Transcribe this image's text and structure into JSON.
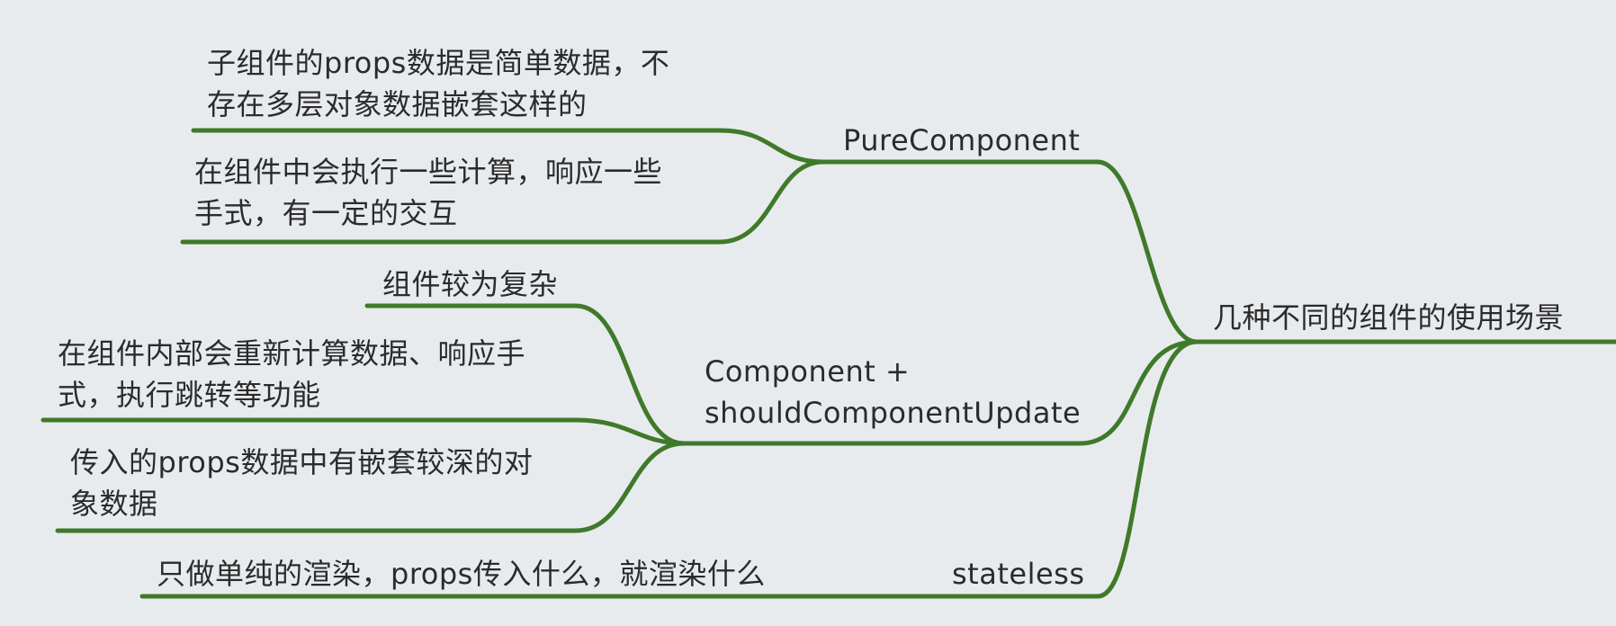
{
  "root": {
    "label": "几种不同的组件的使用场景"
  },
  "branches": [
    {
      "label": "PureComponent",
      "children": [
        {
          "lines": [
            "子组件的props数据是简单数据，不",
            "存在多层对象数据嵌套这样的"
          ]
        },
        {
          "lines": [
            "在组件中会执行一些计算，响应一些",
            "手式，有一定的交互"
          ]
        }
      ]
    },
    {
      "label_lines": [
        "Component +",
        "shouldComponentUpdate"
      ],
      "children": [
        {
          "lines": [
            "组件较为复杂"
          ]
        },
        {
          "lines": [
            "在组件内部会重新计算数据、响应手",
            "式，执行跳转等功能"
          ]
        },
        {
          "lines": [
            "传入的props数据中有嵌套较深的对",
            "象数据"
          ]
        }
      ]
    },
    {
      "label": "stateless",
      "children": [
        {
          "lines": [
            "只做单纯的渲染，props传入什么，就渲染什么"
          ]
        }
      ]
    }
  ],
  "colors": {
    "line": "#3f7a2b",
    "background": "#e8ebee",
    "text": "#2b2b2b"
  }
}
